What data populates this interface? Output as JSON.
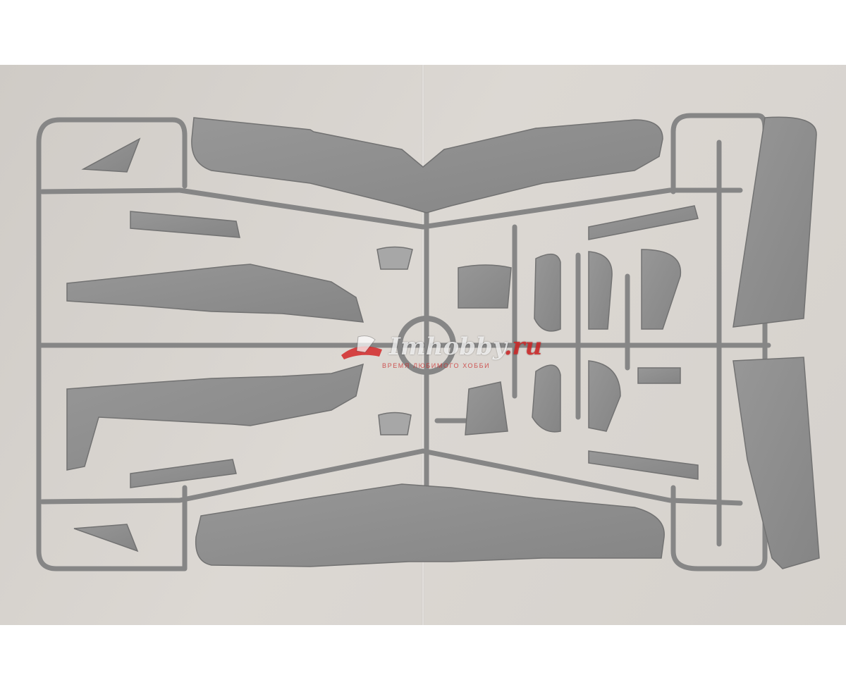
{
  "watermark": {
    "brand": "Imhobby",
    "tld": ".ru",
    "subtitle": "ВРЕМЯ ЛЮБИМОГО ХОББИ"
  },
  "colors": {
    "background": "#d6d2cd",
    "plastic": "#8f8f8f",
    "plastic_dark": "#6f6f6f",
    "accent": "#d22828"
  }
}
